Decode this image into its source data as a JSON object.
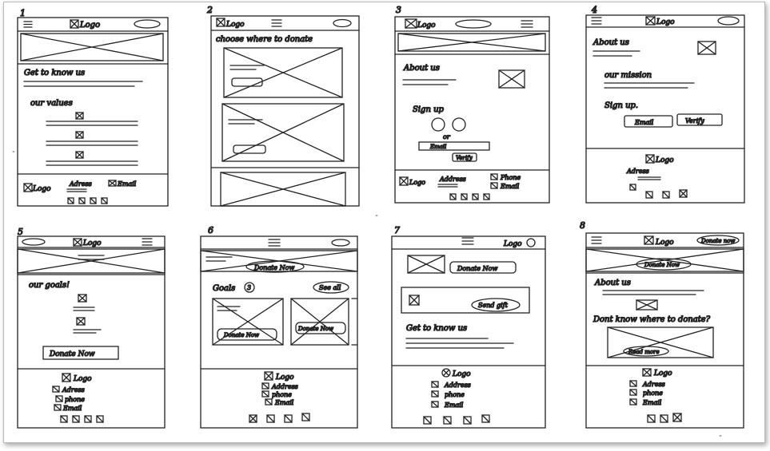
{
  "frames": [
    {
      "number": "1",
      "logo": "Logo",
      "title": "Get to know us",
      "subtitle": "our values",
      "footer_logo": "Logo",
      "footer_address": "Adress",
      "footer_email": "Email"
    },
    {
      "number": "2",
      "logo": "Logo",
      "title": "choose where to donate"
    },
    {
      "number": "3",
      "logo": "Logo",
      "title": "About us",
      "signup": "Sign up",
      "or": "or",
      "email_btn": "Email",
      "verify_btn": "Verify",
      "footer_logo": "Logo",
      "footer_address": "Address",
      "footer_phone": "Phone",
      "footer_email": "Email"
    },
    {
      "number": "4",
      "logo": "Logo",
      "title": "About us",
      "mission": "our mission",
      "signup": "Sign up.",
      "email_btn": "Email",
      "verify_btn": "Verify",
      "footer_logo": "Logo",
      "footer_address": "Adress"
    },
    {
      "number": "5",
      "logo": "Logo",
      "title": "our goals!",
      "donate_btn": "Donate Now",
      "footer_logo": "Logo",
      "footer_address": "Adress",
      "footer_phone": "phone",
      "footer_email": "Email"
    },
    {
      "number": "6",
      "hero_btn": "Donate Now",
      "goals": "Goals",
      "goals_count": "3",
      "see_all": "See all",
      "donate_btn_a": "Donate Now",
      "donate_btn_b": "Donate Now",
      "footer_logo": "Logo",
      "footer_address": "Address",
      "footer_phone": "phone",
      "footer_email": "Email"
    },
    {
      "number": "7",
      "logo": "Logo",
      "donate_btn": "Donate Now",
      "send_gift": "Send gift",
      "title": "Get to know us",
      "footer_logo": "Logo",
      "footer_address": "Address",
      "footer_phone": "phone",
      "footer_email": "Email"
    },
    {
      "number": "8",
      "logo": "Logo",
      "header_btn": "Donate now",
      "hero_btn": "Donate Now",
      "title": "About us",
      "question": "Dont know where to donate?",
      "read_more": "Read more",
      "footer_logo": "Logo",
      "footer_address": "Adress",
      "footer_phone": "phone",
      "footer_email": "Email"
    }
  ]
}
